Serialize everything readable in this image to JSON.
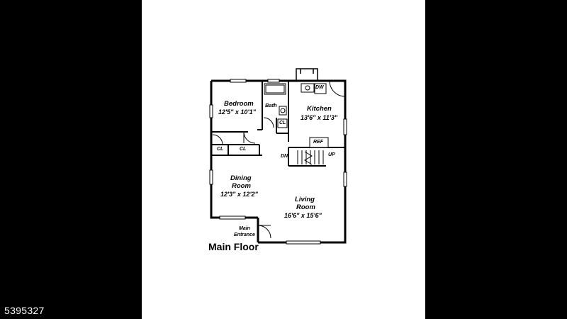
{
  "listing_id": "5395327",
  "plan": {
    "title": "Main Floor",
    "rooms": {
      "bedroom": {
        "name": "Bedroom",
        "dims": "12'5\" x 10'1\""
      },
      "bath": {
        "name": "Bath"
      },
      "kitchen": {
        "name": "Kitchen",
        "dims": "13'6\" x 11'3\""
      },
      "dining": {
        "name_line1": "Dining",
        "name_line2": "Room",
        "dims": "12'3\" x 12'2\""
      },
      "living": {
        "name_line1": "Living",
        "name_line2": "Room",
        "dims": "16'6\" x 15'6\""
      }
    },
    "labels": {
      "dw": "DW",
      "cl_bath": "CL",
      "cl_left": "CL",
      "cl_mid": "CL",
      "ref": "REF",
      "dn": "DN",
      "up": "UP",
      "entrance_line1": "Main",
      "entrance_line2": "Entrance"
    }
  },
  "colors": {
    "background": "#000000",
    "panel": "#ffffff",
    "walls": "#000000"
  }
}
